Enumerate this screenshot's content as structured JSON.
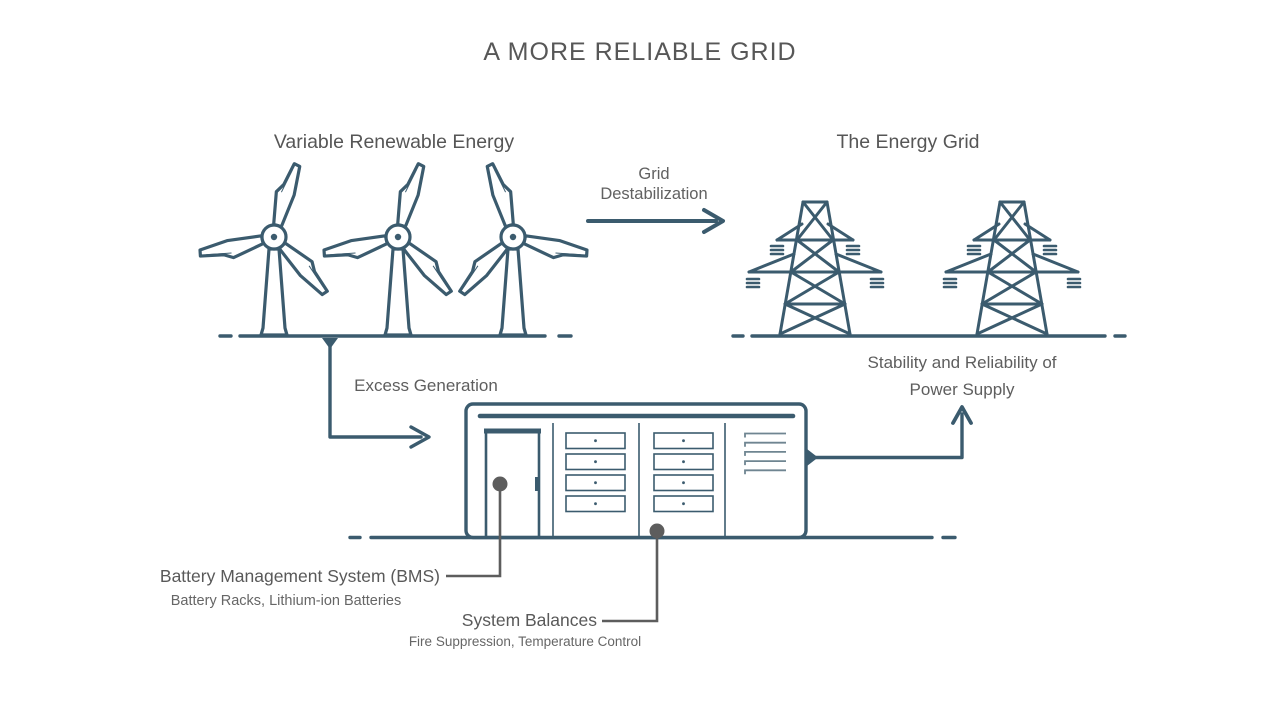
{
  "title": "A MORE RELIABLE GRID",
  "sections": {
    "renewables": {
      "label": "Variable Renewable Energy"
    },
    "energy_grid": {
      "label": "The Energy Grid"
    }
  },
  "flows": {
    "grid_destabilization": {
      "line1": "Grid",
      "line2": "Destabilization"
    },
    "excess_generation": {
      "label": "Excess Generation"
    },
    "stability": {
      "line1": "Stability and Reliability of",
      "line2": "Power Supply"
    }
  },
  "callouts": {
    "bms": {
      "label": "Battery Management System (BMS)",
      "sublabel": "Battery Racks, Lithium-ion Batteries"
    },
    "system_balances": {
      "label": "System Balances",
      "sublabel": "Fire Suppression, Temperature Control"
    }
  },
  "icons": {
    "wind_turbine": "wind-turbine-icon",
    "transmission_tower": "transmission-tower-icon",
    "battery_container": "battery-storage-container-icon"
  },
  "colors": {
    "illustration": "#3b5b6e",
    "text": "#5e5e5e",
    "callout": "#5d5d5d",
    "background": "#ffffff"
  }
}
